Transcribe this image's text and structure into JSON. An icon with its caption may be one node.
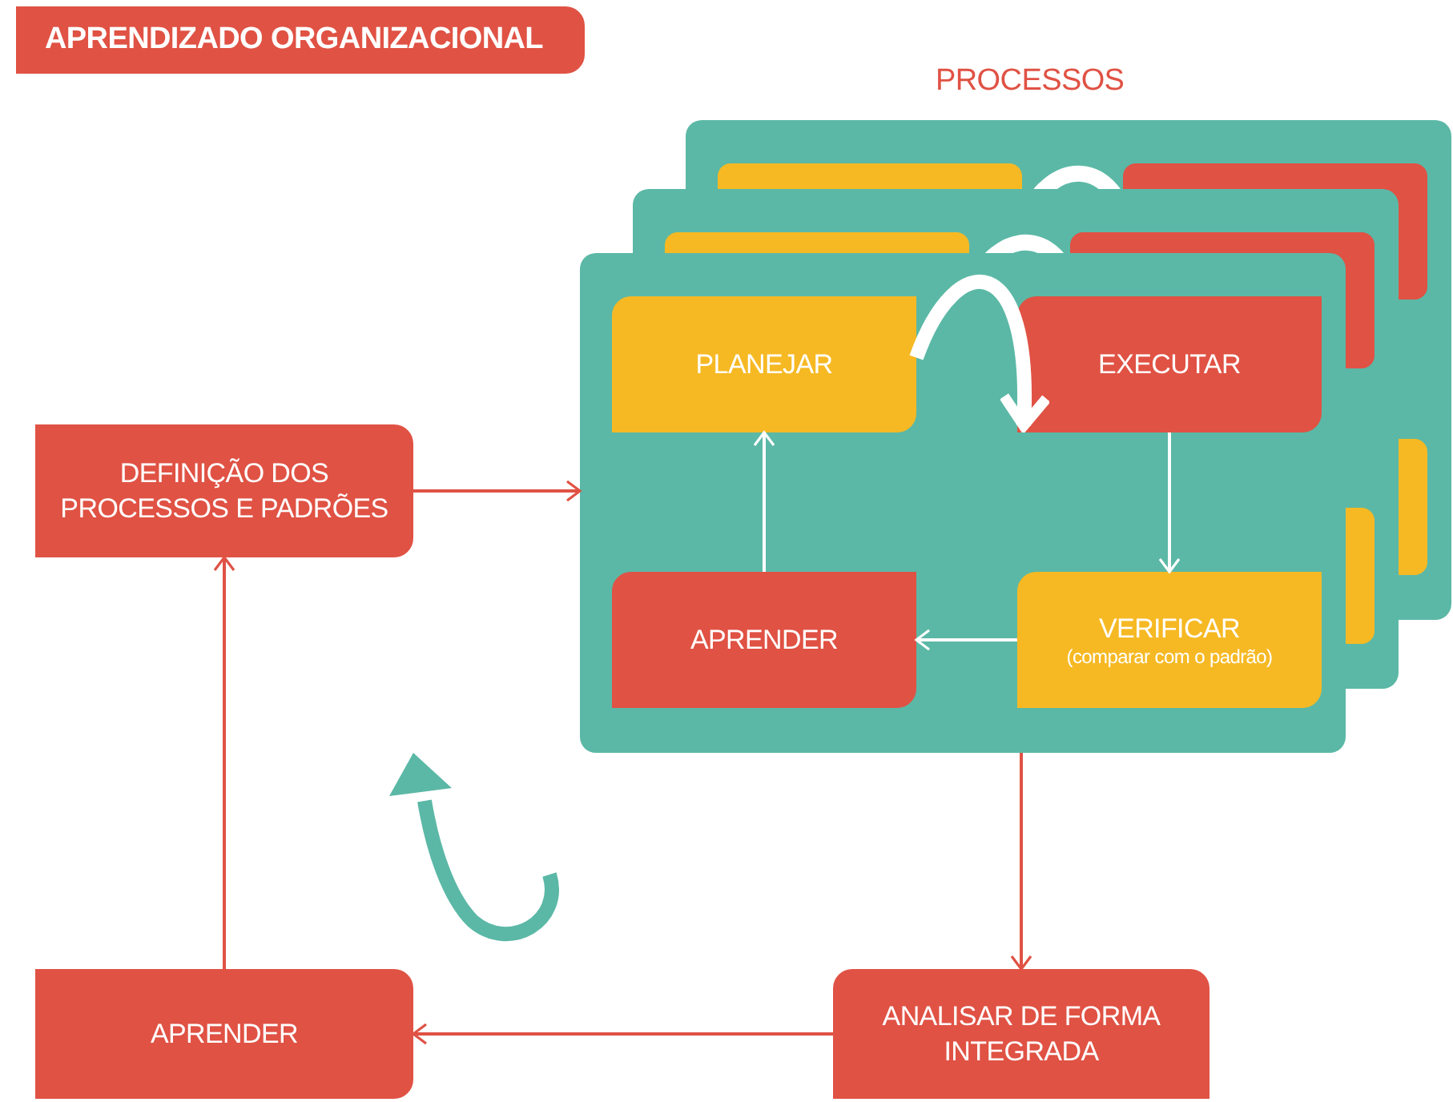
{
  "diagram": {
    "title": "APRENDIZADO ORGANIZACIONAL",
    "nodes": [
      {
        "text": [
          "DEFINIÇÃO DOS PROCESSOS E PADRÕES"
        ]
      },
      {
        "text": [],
        "shape": "box"
      },
      {
        "text": [
          "PLANEJAR"
        ],
        "in": 1
      },
      {
        "text": [
          "EXECUTAR"
        ],
        "in": 1
      },
      {
        "text": [
          "APRENDER"
        ],
        "in": 1
      },
      {
        "text": [
          "VERIFICAR",
          "(comparar com o padrão)"
        ],
        "in": 1
      },
      {
        "text": [
          "APRENDER"
        ]
      },
      {
        "text": [
          "ANALISAR DE FORMA INTEGRADA"
        ]
      }
    ],
    "edges": [
      {
        "from": 0,
        "to": 1,
        "arrow": "to"
      },
      {
        "from": 2,
        "to": 3,
        "arrow": "to",
        "style": "thick",
        "color": "#ffffff"
      },
      {
        "from": 3,
        "to": 5,
        "arrow": "to",
        "color": "#ffffff"
      },
      {
        "from": 5,
        "to": 4,
        "arrow": "to",
        "color": "#ffffff"
      },
      {
        "from": 4,
        "to": 2,
        "arrow": "to",
        "color": "#ffffff"
      },
      {
        "from": 1,
        "to": 7,
        "arrow": "to"
      },
      {
        "from": 7,
        "to": 6,
        "arrow": "to"
      },
      {
        "from": 6,
        "to": 0,
        "arrow": "to"
      }
    ],
    "labels": [
      "PROCESSOS"
    ]
  }
}
